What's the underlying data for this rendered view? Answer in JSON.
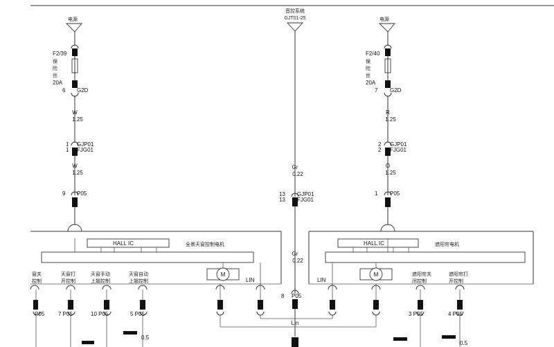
{
  "top_source": {
    "label": "音控系统",
    "code": "GJT01-25"
  },
  "left_branch": {
    "supply_label": "电源",
    "fuse": "F2/39",
    "fuse_note_1": "保",
    "fuse_note_2": "险",
    "fuse_note_3": "丝",
    "rating": "20A",
    "g2d_pin": "6",
    "g2d": "G2D",
    "wire1_color": "W",
    "wire1_size": "1.25",
    "gjp_pin": "1",
    "gjp": "GJP01",
    "fjg_pin": "1",
    "fjg": "FJG01",
    "wire2_color": "W",
    "wire2_size": "1.25",
    "p05_pin": "9",
    "p05": "P05"
  },
  "right_branch": {
    "supply_label": "电源",
    "fuse": "F2/40",
    "fuse_note_1": "保",
    "fuse_note_2": "险",
    "fuse_note_3": "丝",
    "rating": "20A",
    "g2d_pin": "7",
    "g2d": "G2D",
    "wire1_color": "R",
    "wire1_size": "1.25",
    "gjp_pin": "2",
    "gjp": "GJP01",
    "fjg_pin": "2",
    "fjg": "FJG01",
    "wire2_color": "O",
    "wire2_size": "1.25",
    "p05_pin": "1",
    "p05": "P05"
  },
  "center_branch": {
    "wire1_color": "Gr",
    "wire1_size": "0.22",
    "gjp_pin": "13",
    "gjp": "GJP01",
    "fjg_pin": "13",
    "fjg": "FJG01",
    "wire2_color": "Gr",
    "wire2_size": "0.22",
    "p05_pin": "8",
    "p05": "P05"
  },
  "left_module": {
    "hall_ic": "HALL IC",
    "title": "全景天窗控制电机",
    "motor": "M",
    "lin": "LIN"
  },
  "right_module": {
    "hall_ic": "HALL IC",
    "title": "遮阳帘电机",
    "motor": "M",
    "lin": "LIN"
  },
  "left_switches": [
    {
      "line1": "窗关",
      "line2": "控制",
      "connector": "P05"
    },
    {
      "line1": "天窗打",
      "line2": "开控制",
      "connector": "7 P05"
    },
    {
      "line1": "天窗手动",
      "line2": "上翘控制",
      "connector": "10 P05"
    },
    {
      "line1": "天窗自动",
      "line2": "上翘控制",
      "connector": "5 P05",
      "wire_size": "0.5"
    }
  ],
  "right_switches": [
    {
      "line1": "遮阳帘关",
      "line2": "闭控制",
      "connector": "3 P05"
    },
    {
      "line1": "遮阳帘打",
      "line2": "开控制",
      "connector": "4 P05",
      "wire_size": "0.5"
    }
  ],
  "lin_bus": {
    "label": "Lin"
  }
}
